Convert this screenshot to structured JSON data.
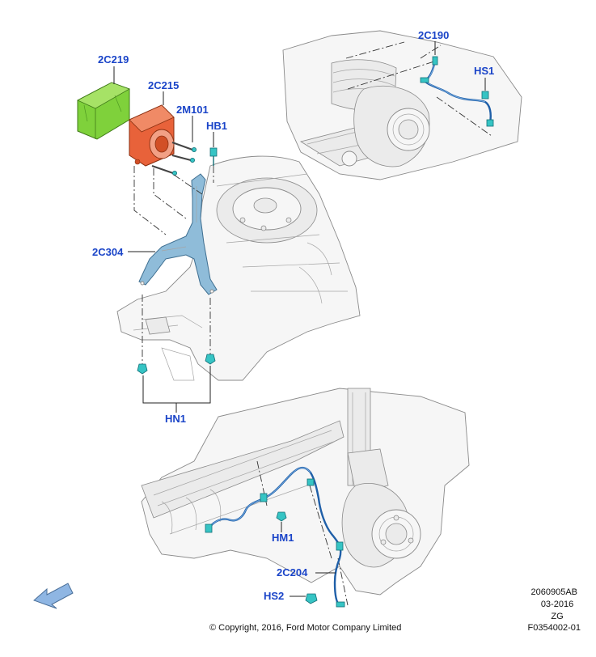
{
  "callouts": {
    "c2C219": "2C219",
    "c2C215": "2C215",
    "c2M101": "2M101",
    "cHB1": "HB1",
    "c2C304": "2C304",
    "cHN1": "HN1",
    "c2C190": "2C190",
    "cHS1": "HS1",
    "cHM1": "HM1",
    "c2C204": "2C204",
    "cHS2": "HS2"
  },
  "footer": {
    "copyright": "© Copyright, 2016, Ford Motor Company Limited",
    "ref1": "2060905AB",
    "ref2": "03-2016",
    "ref3": "ZG",
    "ref4": "F0354002-01"
  },
  "icons": {
    "direction_arrow": "front-direction-arrow-icon"
  },
  "colors": {
    "callout_text": "#1a44c8",
    "control_module": "#7fd13b",
    "hydraulic_unit": "#e8623a",
    "bracket": "#8fbcd9",
    "harness": "#1f5fa8",
    "fastener": "#36c4c4",
    "arrow": "#8fb6e3"
  }
}
